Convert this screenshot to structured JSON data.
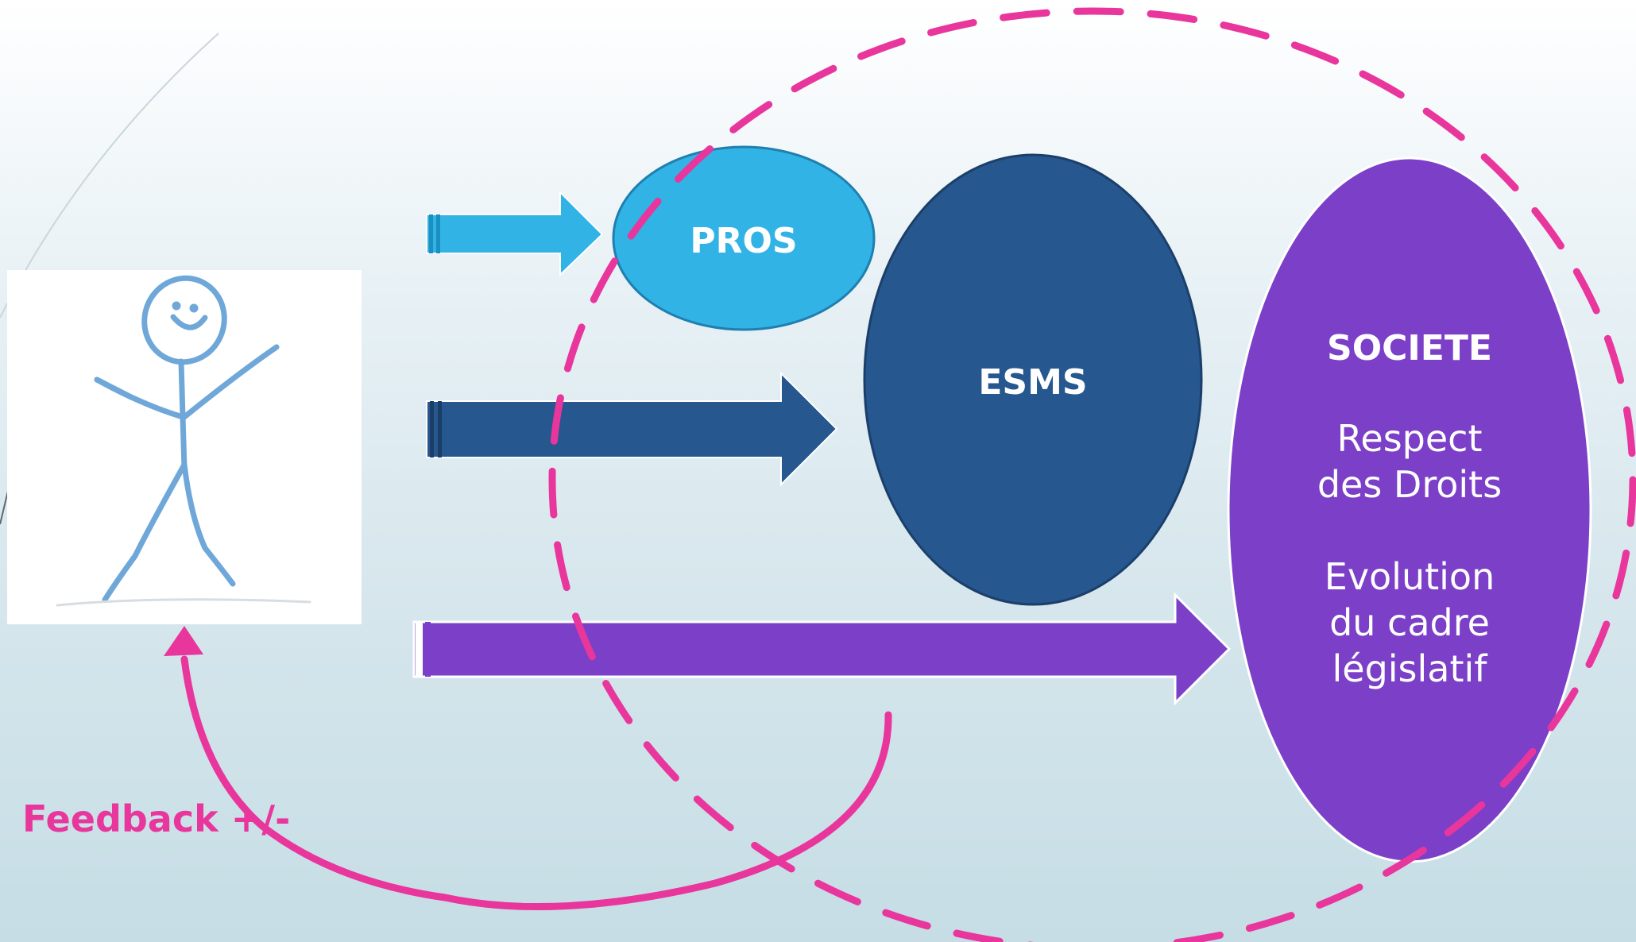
{
  "nodes": {
    "pros": {
      "label": "PROS",
      "color": "#31b3e6"
    },
    "esms": {
      "label": "ESMS",
      "color": "#26578f"
    },
    "societe": {
      "title": "SOCIETE",
      "line1": "Respect",
      "line2": "des Droits",
      "line3": "Evolution",
      "line4": "du cadre",
      "line5": "législatif",
      "color": "#7b3fc8"
    }
  },
  "feedback": {
    "label": "Feedback +/-",
    "color": "#e8369c"
  },
  "colors": {
    "background_top": "#ffffff",
    "background_bottom": "#c6dde5",
    "stick_figure": "#6fa8d8",
    "dashed_circle": "#e8369c"
  },
  "icons": {
    "person": "stick-figure-icon"
  }
}
